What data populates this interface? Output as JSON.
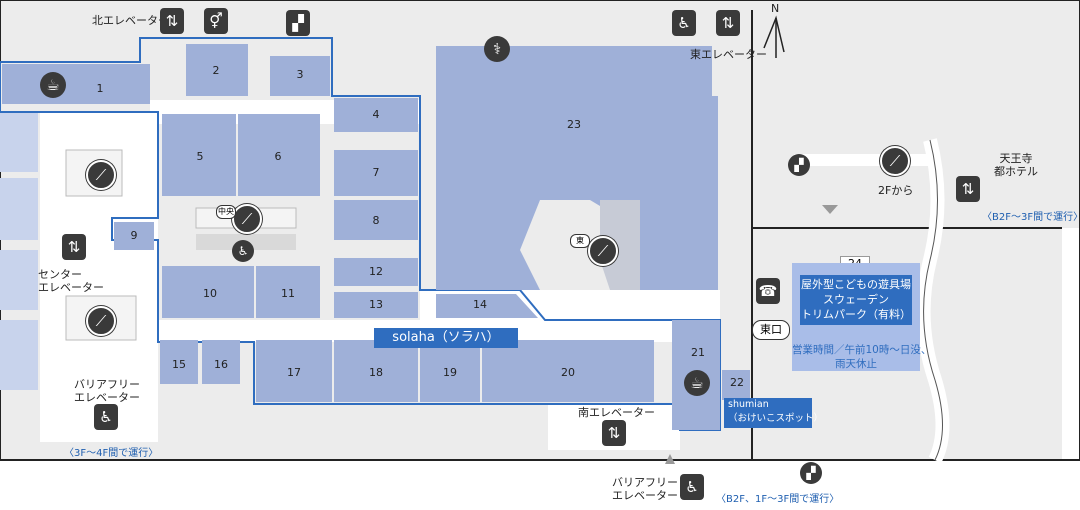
{
  "compass": "N",
  "stores": [
    {
      "id": "s1",
      "number": "1"
    },
    {
      "id": "s2",
      "number": "2"
    },
    {
      "id": "s3",
      "number": "3"
    },
    {
      "id": "s4",
      "number": "4"
    },
    {
      "id": "s5",
      "number": "5"
    },
    {
      "id": "s6",
      "number": "6"
    },
    {
      "id": "s7",
      "number": "7"
    },
    {
      "id": "s8",
      "number": "8"
    },
    {
      "id": "s9",
      "number": "9"
    },
    {
      "id": "s10",
      "number": "10"
    },
    {
      "id": "s11",
      "number": "11"
    },
    {
      "id": "s12",
      "number": "12"
    },
    {
      "id": "s13",
      "number": "13"
    },
    {
      "id": "s14",
      "number": "14"
    },
    {
      "id": "s15",
      "number": "15"
    },
    {
      "id": "s16",
      "number": "16"
    },
    {
      "id": "s17",
      "number": "17"
    },
    {
      "id": "s18",
      "number": "18"
    },
    {
      "id": "s19",
      "number": "19"
    },
    {
      "id": "s20",
      "number": "20"
    },
    {
      "id": "s21",
      "number": "21"
    },
    {
      "id": "s22",
      "number": "22"
    },
    {
      "id": "s23",
      "number": "23"
    },
    {
      "id": "s24",
      "number": "24"
    }
  ],
  "labels": {
    "north_elevator": "北エレベーター",
    "east_elevator": "東エレベーター",
    "center_elevator": "センター\nエレベーター",
    "barrier_free_elevator_left": "バリアフリー\nエレベーター",
    "barrier_free_elevator_left_note": "〈3F〜4F間で運行〉",
    "south_elevator": "南エレベーター",
    "barrier_free_elevator_bottom": "バリアフリー\nエレベーター",
    "barrier_free_elevator_bottom_note": "〈B2F、1F〜3F間で運行〉",
    "from_2f": "2Fから",
    "tennoji_hotel": "天王寺\n都ホテル",
    "tennoji_hotel_note": "〈B2F〜3F間で運行〉",
    "east_gate": "東口",
    "center_escalator_tag": "中央",
    "east_escalator_tag": "東",
    "solaha": "solaha（ソラハ）",
    "shumian": "shumian\n（おけいこスポット）",
    "park_name": "屋外型こどもの遊具場\nスウェーデン\nトリムパーク（有料）",
    "park_hours": "営業時間／午前10時〜日没、\n雨天休止"
  },
  "colors": {
    "store_fill": "#9fb0d8",
    "store_dark": "#8a9bc7",
    "floor_outline": "#2f6dbf",
    "accent": "#2f6dbf",
    "icon_bg": "#3a3a3a",
    "corridor": "#e6e6e6"
  }
}
